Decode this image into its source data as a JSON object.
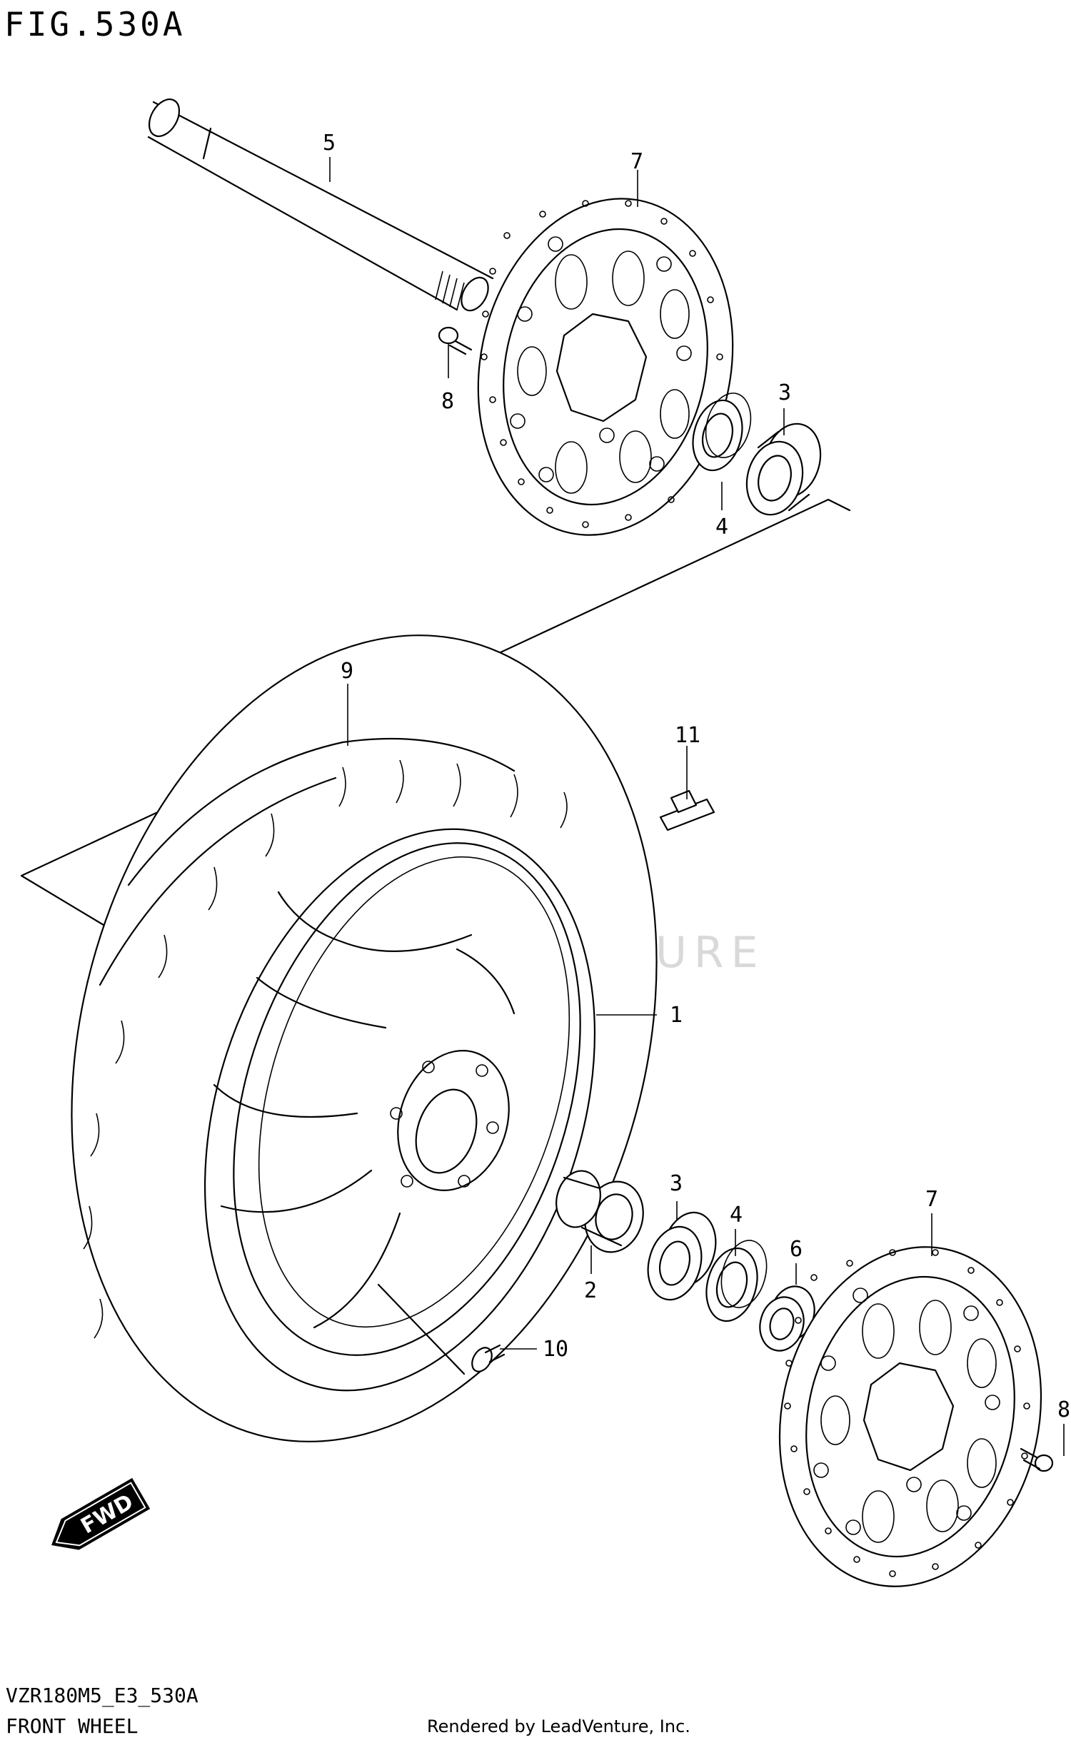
{
  "figure": {
    "title": "FIG.530A",
    "code": "VZR180M5_E3_530A",
    "name": "FRONT WHEEL",
    "credit": "Rendered by LeadVenture, Inc.",
    "watermark": "LEADVENTURE",
    "direction_badge": "FWD"
  },
  "callouts": [
    {
      "id": "1",
      "text": "1"
    },
    {
      "id": "2",
      "text": "2"
    },
    {
      "id": "3a",
      "text": "3"
    },
    {
      "id": "3b",
      "text": "3"
    },
    {
      "id": "4a",
      "text": "4"
    },
    {
      "id": "4b",
      "text": "4"
    },
    {
      "id": "5",
      "text": "5"
    },
    {
      "id": "6",
      "text": "6"
    },
    {
      "id": "7a",
      "text": "7"
    },
    {
      "id": "7b",
      "text": "7"
    },
    {
      "id": "8a",
      "text": "8"
    },
    {
      "id": "8b",
      "text": "8"
    },
    {
      "id": "9",
      "text": "9"
    },
    {
      "id": "10",
      "text": "10"
    },
    {
      "id": "11",
      "text": "11"
    }
  ]
}
